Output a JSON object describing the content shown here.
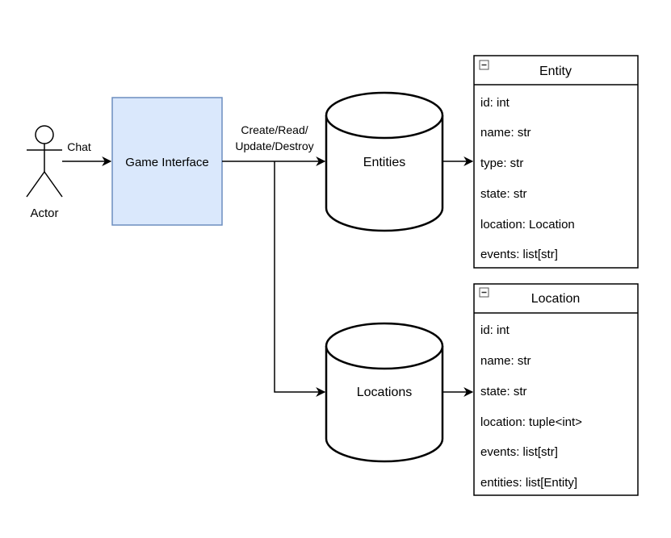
{
  "actor": {
    "label": "Actor"
  },
  "chat_edge": {
    "label": "Chat"
  },
  "game_interface": {
    "label": "Game Interface",
    "fill": "#dae8fc",
    "stroke": "#6c8ebf"
  },
  "crud_edge": {
    "line1": "Create/Read/",
    "line2": "Update/Destroy"
  },
  "entities_db": {
    "label": "Entities"
  },
  "locations_db": {
    "label": "Locations"
  },
  "entity_class": {
    "title": "Entity",
    "fields": [
      "id: int",
      "name: str",
      "type: str",
      "state: str",
      "location: Location",
      "events: list[str]"
    ]
  },
  "location_class": {
    "title": "Location",
    "fields": [
      "id: int",
      "name: str",
      "state: str",
      "location: tuple<int>",
      "events: list[str]",
      "entities: list[Entity]"
    ]
  }
}
